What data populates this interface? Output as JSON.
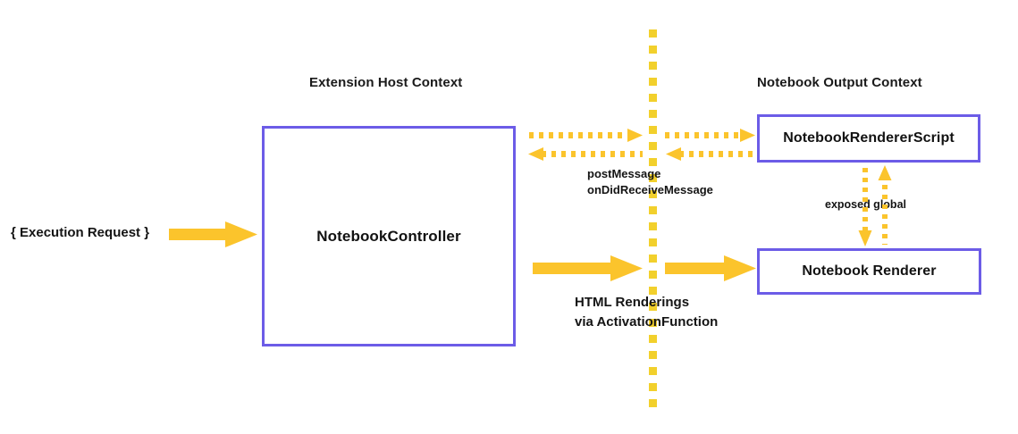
{
  "diagram": {
    "title_left": "Extension Host Context",
    "title_right": "Notebook Output Context",
    "colors": {
      "box_border": "#6C5CE7",
      "arrow": "#FBC42C",
      "divider": "#F2D02C",
      "text": "#141414",
      "background": "#FFFFFF"
    },
    "contexts": [
      {
        "name": "extension-host-context",
        "label": "Extension Host Context"
      },
      {
        "name": "notebook-output-context",
        "label": "Notebook Output Context"
      }
    ],
    "nodes": [
      {
        "name": "notebook-controller",
        "label": "NotebookController"
      },
      {
        "name": "notebook-renderer-script",
        "label": "NotebookRendererScript"
      },
      {
        "name": "notebook-renderer",
        "label": "Notebook Renderer"
      }
    ],
    "inputs": {
      "execution_request": "{ Execution Request }"
    },
    "edges": {
      "message_channel": {
        "line1": "postMessage",
        "line2": "onDidReceiveMessage",
        "style": "dashed",
        "direction": "bidirectional"
      },
      "html_renderings": {
        "line1": "HTML Renderings",
        "line2": "via  ActivationFunction",
        "style": "solid",
        "direction": "left-to-right"
      },
      "exposed_global": {
        "label": "exposed global",
        "style": "dashed",
        "direction": "bidirectional-vertical"
      }
    }
  }
}
